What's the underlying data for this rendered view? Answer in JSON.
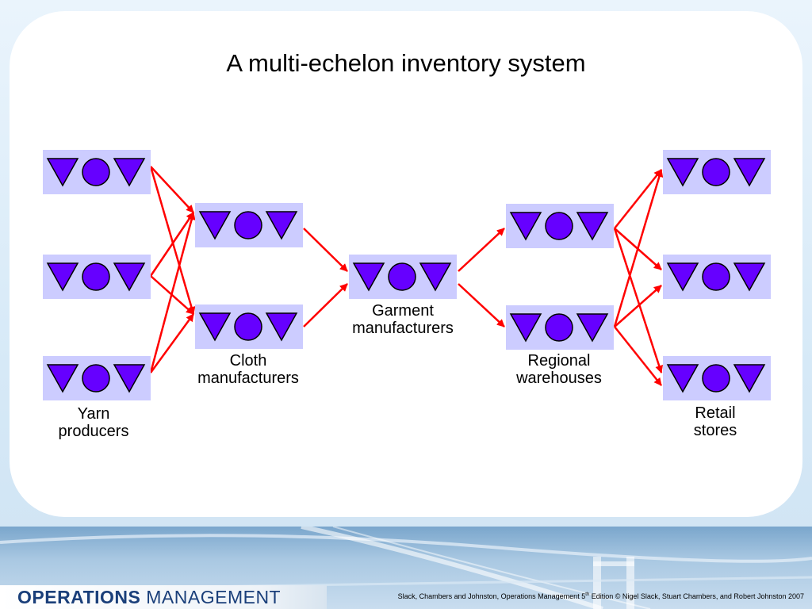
{
  "title": "A multi-echelon inventory system",
  "colors": {
    "node_bg": "#ccccff",
    "symbol_fill": "#6600ff",
    "arrow": "#ff0000"
  },
  "icons": [
    "down-triangle-icon",
    "circle-icon",
    "down-triangle-icon"
  ],
  "tiers": {
    "yarn": {
      "label_line1": "Yarn",
      "label_line2": "producers"
    },
    "cloth": {
      "label_line1": "Cloth",
      "label_line2": "manufacturers"
    },
    "garment": {
      "label_line1": "Garment",
      "label_line2": "manufacturers"
    },
    "regional": {
      "label_line1": "Regional",
      "label_line2": "warehouses"
    },
    "retail": {
      "label_line1": "Retail",
      "label_line2": "stores"
    }
  },
  "footer": {
    "logo_bold": "OPERATIONS",
    "logo_light": " MANAGEMENT",
    "credits_pre": "Slack, Chambers and Johnston, Operations Management 5",
    "credits_sup": "th",
    "credits_post": " Edition © Nigel Slack, Stuart Chambers, and Robert Johnston 2007"
  }
}
